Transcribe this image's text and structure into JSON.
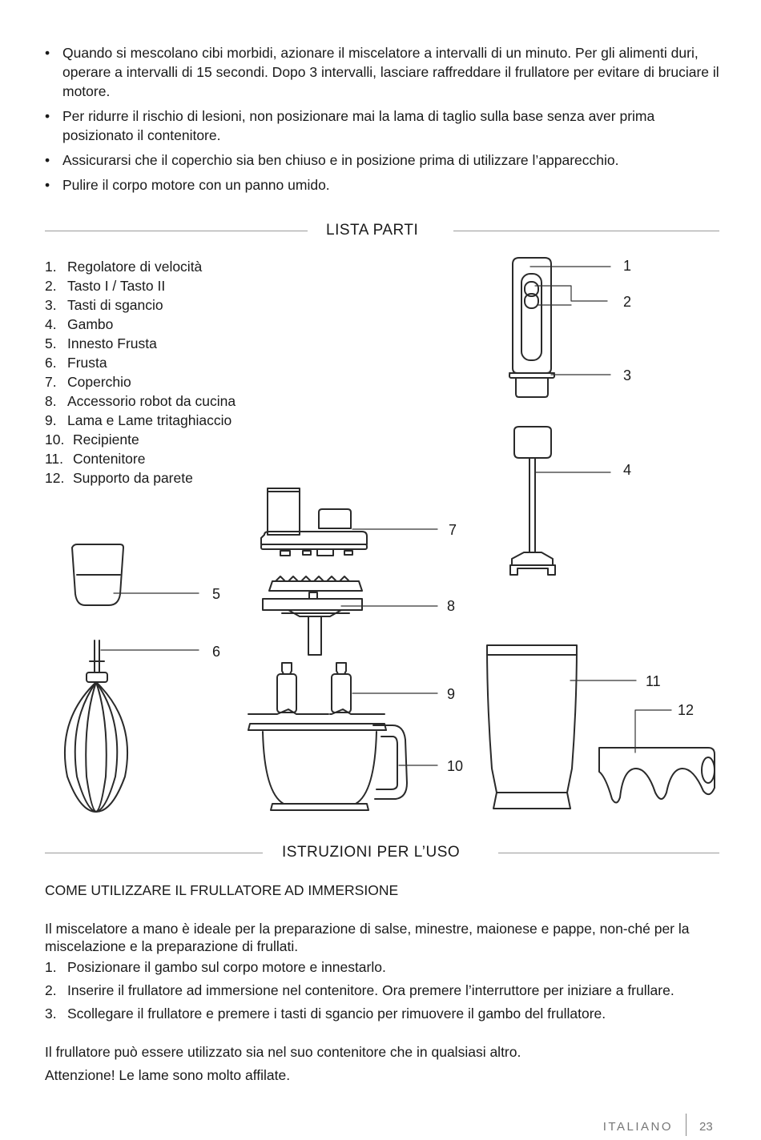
{
  "intro_bullets": [
    "Quando si mescolano cibi morbidi, azionare il miscelatore a intervalli di un minuto. Per gli alimenti duri, operare a intervalli di 15 secondi. Dopo 3 intervalli, lasciare raffreddare il frullatore per evitare di bruciare il motore.",
    "Per ridurre il rischio di lesioni, non posizionare mai la lama di taglio sulla base senza aver prima posizionato il contenitore.",
    "Assicurarsi che il coperchio sia ben chiuso e in posizione prima di utilizzare l’apparecchio.",
    "Pulire il corpo motore con un panno umido."
  ],
  "bullet_symbol": "•",
  "parts_heading": "LISTA PARTI",
  "parts": [
    {
      "num": "1.",
      "label": "Regolatore di velocità"
    },
    {
      "num": "2.",
      "label": "Tasto I / Tasto II"
    },
    {
      "num": "3.",
      "label": "Tasti di sgancio"
    },
    {
      "num": "4.",
      "label": "Gambo"
    },
    {
      "num": "5.",
      "label": "Innesto Frusta"
    },
    {
      "num": "6.",
      "label": "Frusta"
    },
    {
      "num": "7.",
      "label": "Coperchio"
    },
    {
      "num": "8.",
      "label": "Accessorio robot da cucina"
    },
    {
      "num": "9.",
      "label": "Lama e Lame tritaghiaccio"
    },
    {
      "num": "10.",
      "label": "Recipiente"
    },
    {
      "num": "11.",
      "label": "Contenitore"
    },
    {
      "num": "12.",
      "label": "Supporto da parete"
    }
  ],
  "callouts": [
    "1",
    "2",
    "3",
    "4",
    "5",
    "6",
    "7",
    "8",
    "9",
    "10",
    "11",
    "12"
  ],
  "instructions_heading": "ISTRUZIONI PER L’USO",
  "subheading": "COME UTILIZZARE IL FRULLATORE AD IMMERSIONE",
  "intro_paragraph": "Il miscelatore a mano è ideale per la preparazione di salse, minestre, maionese e pappe, non-ché per la miscelazione e la preparazione di frullati.",
  "steps": [
    {
      "num": "1.",
      "text": "Posizionare il gambo sul corpo motore e innestarlo."
    },
    {
      "num": "2.",
      "text": "Inserire il frullatore ad immersione nel contenitore. Ora premere l’interruttore per iniziare a frullare."
    },
    {
      "num": "3.",
      "text": "Scollegare il frullatore e premere i tasti di sgancio per rimuovere il gambo del frullatore."
    }
  ],
  "closing_1": "Il frullatore può essere utilizzato sia nel suo contenitore che in qualsiasi altro.",
  "closing_2": "Attenzione! Le lame sono molto affilate.",
  "footer": {
    "language": "ITALIANO",
    "page": "23"
  }
}
